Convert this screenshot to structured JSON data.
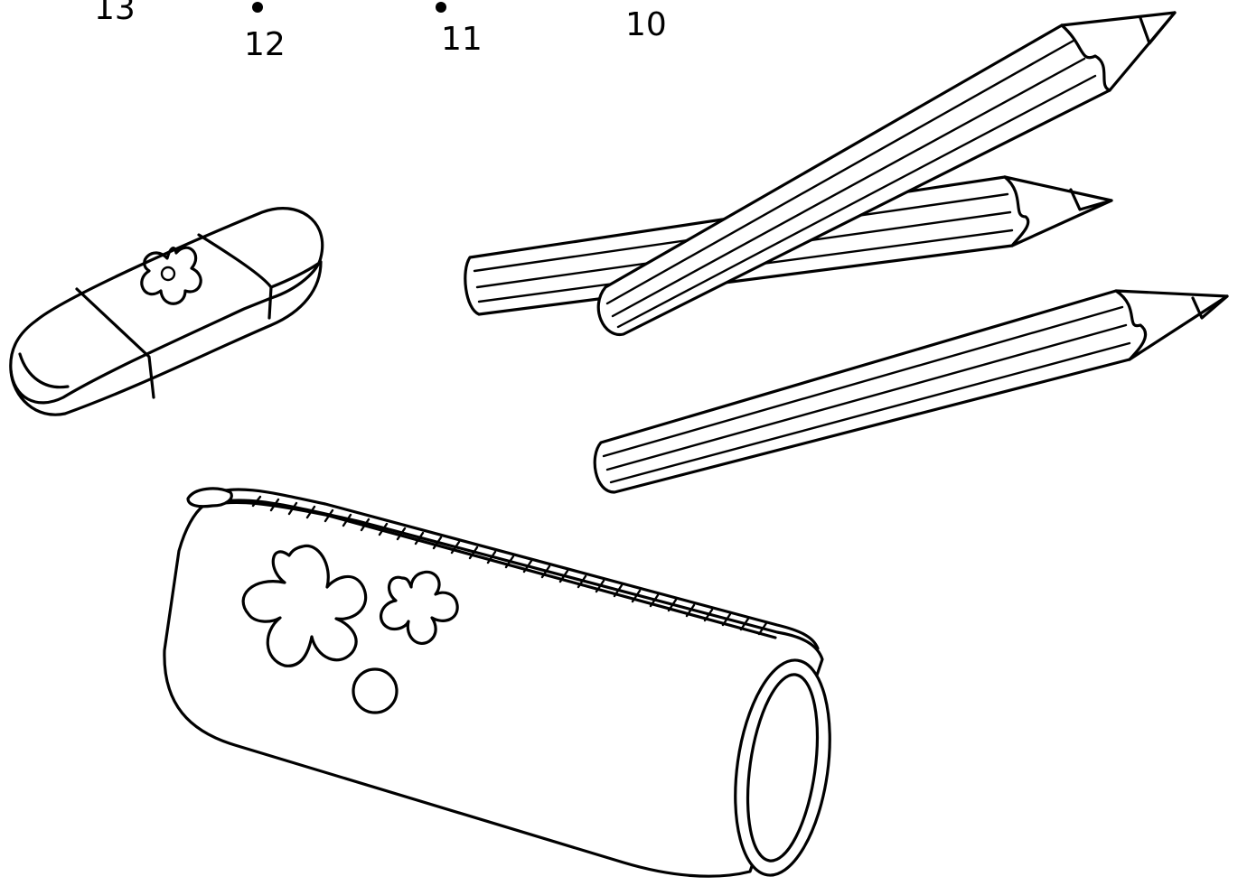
{
  "dot_labels": [
    {
      "id": "13",
      "label": "13"
    },
    {
      "id": "12",
      "label": "12"
    },
    {
      "id": "11",
      "label": "11"
    },
    {
      "id": "10",
      "label": "10"
    }
  ],
  "colors": {
    "line": "#000000",
    "background": "#ffffff"
  }
}
